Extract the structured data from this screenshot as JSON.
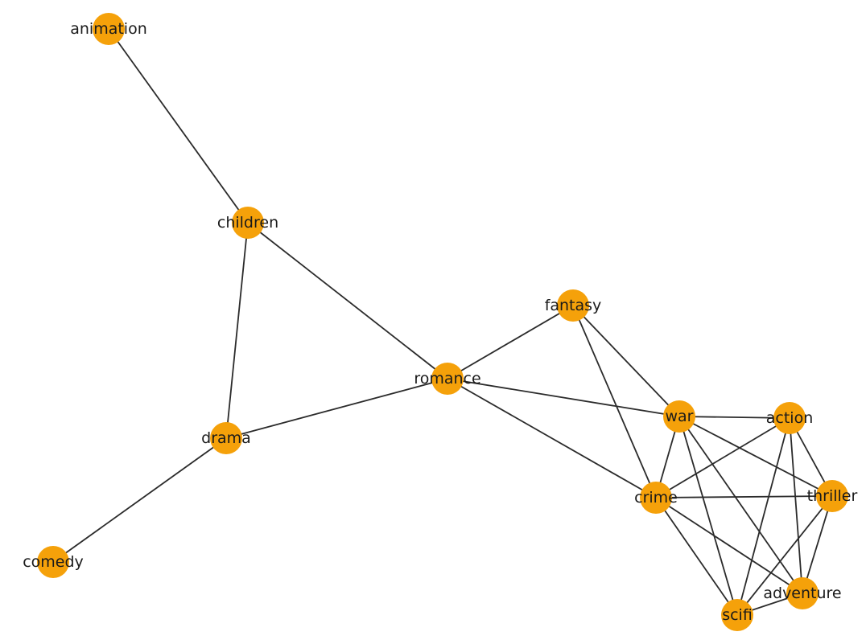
{
  "graph": {
    "node_color": "#f5a10a",
    "edge_color": "#2b2b2b",
    "nodes": [
      {
        "id": "animation",
        "label": "animation"
      },
      {
        "id": "children",
        "label": "children"
      },
      {
        "id": "drama",
        "label": "drama"
      },
      {
        "id": "comedy",
        "label": "comedy"
      },
      {
        "id": "romance",
        "label": "romance"
      },
      {
        "id": "fantasy",
        "label": "fantasy"
      },
      {
        "id": "war",
        "label": "war"
      },
      {
        "id": "action",
        "label": "action"
      },
      {
        "id": "crime",
        "label": "crime"
      },
      {
        "id": "thriller",
        "label": "thriller"
      },
      {
        "id": "adventure",
        "label": "adventure"
      },
      {
        "id": "scifi",
        "label": "scifi"
      }
    ],
    "edges": [
      [
        "animation",
        "children"
      ],
      [
        "children",
        "drama"
      ],
      [
        "children",
        "romance"
      ],
      [
        "drama",
        "comedy"
      ],
      [
        "drama",
        "romance"
      ],
      [
        "romance",
        "fantasy"
      ],
      [
        "romance",
        "war"
      ],
      [
        "romance",
        "crime"
      ],
      [
        "fantasy",
        "war"
      ],
      [
        "fantasy",
        "crime"
      ],
      [
        "war",
        "action"
      ],
      [
        "war",
        "crime"
      ],
      [
        "war",
        "thriller"
      ],
      [
        "war",
        "adventure"
      ],
      [
        "war",
        "scifi"
      ],
      [
        "action",
        "crime"
      ],
      [
        "action",
        "thriller"
      ],
      [
        "action",
        "adventure"
      ],
      [
        "action",
        "scifi"
      ],
      [
        "crime",
        "thriller"
      ],
      [
        "crime",
        "adventure"
      ],
      [
        "crime",
        "scifi"
      ],
      [
        "thriller",
        "adventure"
      ],
      [
        "thriller",
        "scifi"
      ],
      [
        "adventure",
        "scifi"
      ]
    ]
  }
}
